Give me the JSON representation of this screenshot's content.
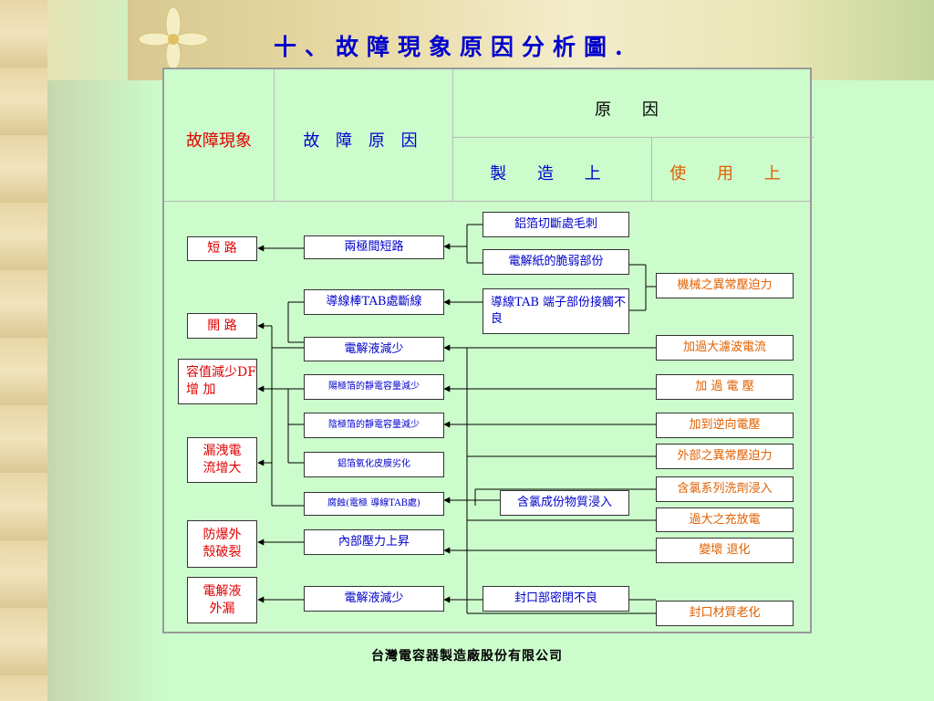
{
  "title": "十、故障現象原因分析圖.",
  "header": {
    "symptom": "故障現象",
    "cause": "故 障 原 因",
    "reason": "原 因",
    "manufacturing": "製 造 上",
    "usage": "使 用 上"
  },
  "symptoms": {
    "s1": "短 路",
    "s2": "開 路",
    "s3": "容值減少DF增 加",
    "s4": "漏洩電流增大",
    "s5": "防爆外殼破裂",
    "s6": "電解液外漏"
  },
  "causes": {
    "c1": "兩極間短路",
    "c2": "導線棒TAB處斷線",
    "c3": "電解液減少",
    "c4": "陽極箔的靜電容量減少",
    "c5": "陰極箔的靜電容量減少",
    "c6": "鋁箔氧化皮膜劣化",
    "c7": "腐蝕(電極 導線TAB處)",
    "c8": "內部壓力上昇",
    "c9": "電解液減少"
  },
  "manufacturing_items": {
    "m1": "鋁箔切斷處毛刺",
    "m2": "電解紙的脆弱部份",
    "m3": "導線TAB 端子部份接觸不良",
    "m4": "含氯成份物質浸入",
    "m5": "封口部密閉不良"
  },
  "usage_items": {
    "u1": "機械之異常壓迫力",
    "u2": "加過大濾波電流",
    "u3": "加 過 電 壓",
    "u4": "加到逆向電壓",
    "u5": "外部之異常壓迫力",
    "u6": "含氯系列洗劑浸入",
    "u7": "過大之充放電",
    "u8": "變壞 退化",
    "u9": "封口材質老化"
  },
  "colors": {
    "title": "#0000cc",
    "symptom_text": "#e00000",
    "cause_text": "#0000cc",
    "usage_text": "#e06000"
  },
  "footer": "台灣電容器製造廠股份有限公司"
}
